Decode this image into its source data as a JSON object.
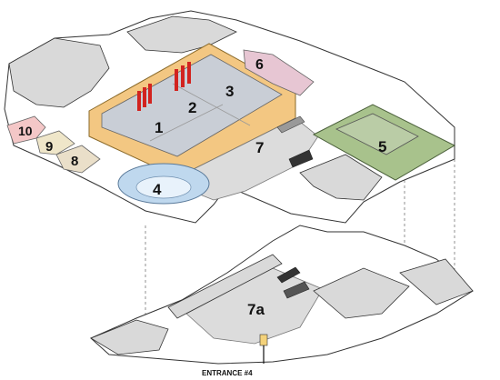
{
  "map": {
    "labels": {
      "hall1": "1",
      "hall2": "2",
      "hall3": "3",
      "room4": "4",
      "room5": "5",
      "room6": "6",
      "lobby7": "7",
      "room8": "8",
      "room9": "9",
      "room10": "10",
      "lobby7a": "7a",
      "entrance": "ENTRANCE #4"
    },
    "colors": {
      "exhibit_hall_floor": "#c9ced6",
      "exhibit_hall_border": "#f3c782",
      "column_red": "#d2231f",
      "room4_fill": "#bfd8ee",
      "room5_fill": "#a8c28c",
      "room6_fill": "#e7c6d3",
      "room8_fill": "#eadfc9",
      "room9_fill": "#efe6c9",
      "room10_fill": "#f4c7c7",
      "lobby_fill": "#dcdcdc"
    }
  }
}
